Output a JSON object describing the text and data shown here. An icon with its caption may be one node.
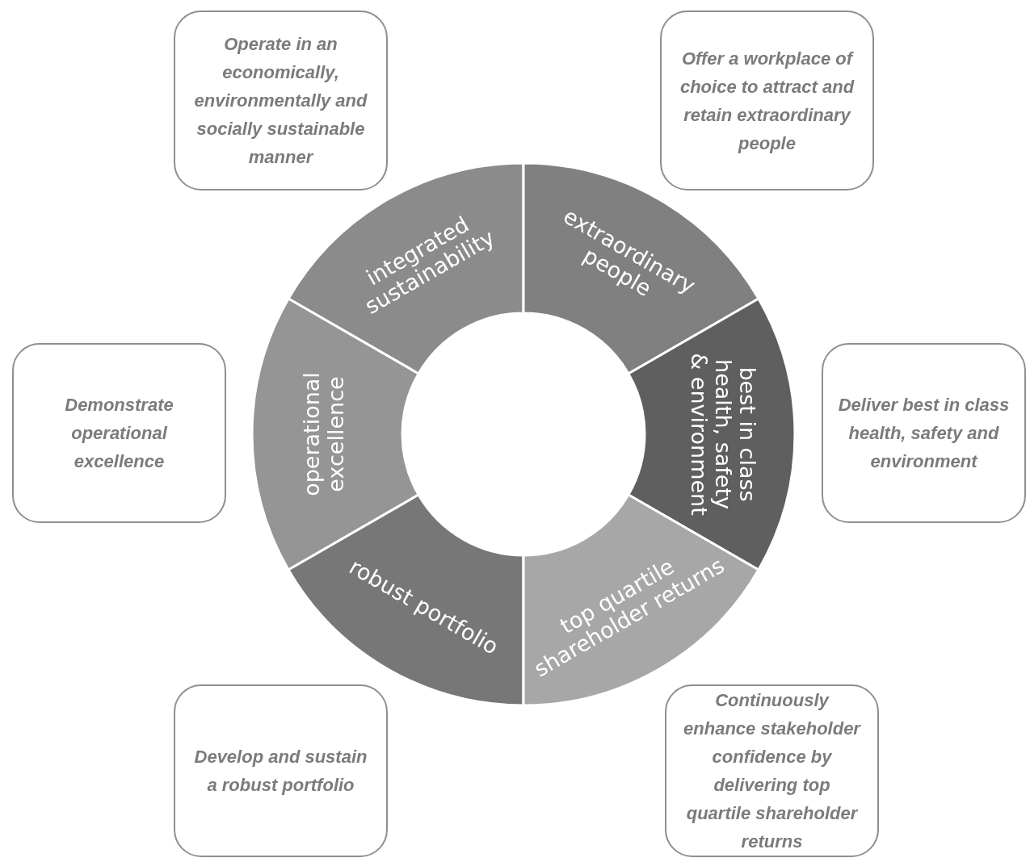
{
  "diagram": {
    "nodes": [
      {
        "text": [
          "Operate in an economically, environmentally and socially sustainable manner"
        ]
      },
      {
        "text": [
          "Offer a workplace of choice to attract and retain extraordinary people"
        ]
      },
      {
        "text": [
          "integrated sustainability"
        ]
      },
      {
        "text": [
          "extraordinary people"
        ]
      },
      {
        "text": [
          "operational excellence"
        ]
      },
      {
        "text": [
          "best in class health, safety & environment"
        ]
      },
      {
        "text": [
          "Demonstrate operational excellence"
        ]
      },
      {
        "text": [
          "Deliver best in class health, safety and environment"
        ]
      },
      {
        "text": [
          "robust portfolio"
        ]
      },
      {
        "text": [
          "top quartile shareholder returns"
        ]
      },
      {
        "text": [
          "Develop and sustain a robust portfolio"
        ]
      },
      {
        "text": [
          "Continuously enhance stakeholder confidence by delivering top quartile shareholder returns"
        ]
      }
    ]
  }
}
